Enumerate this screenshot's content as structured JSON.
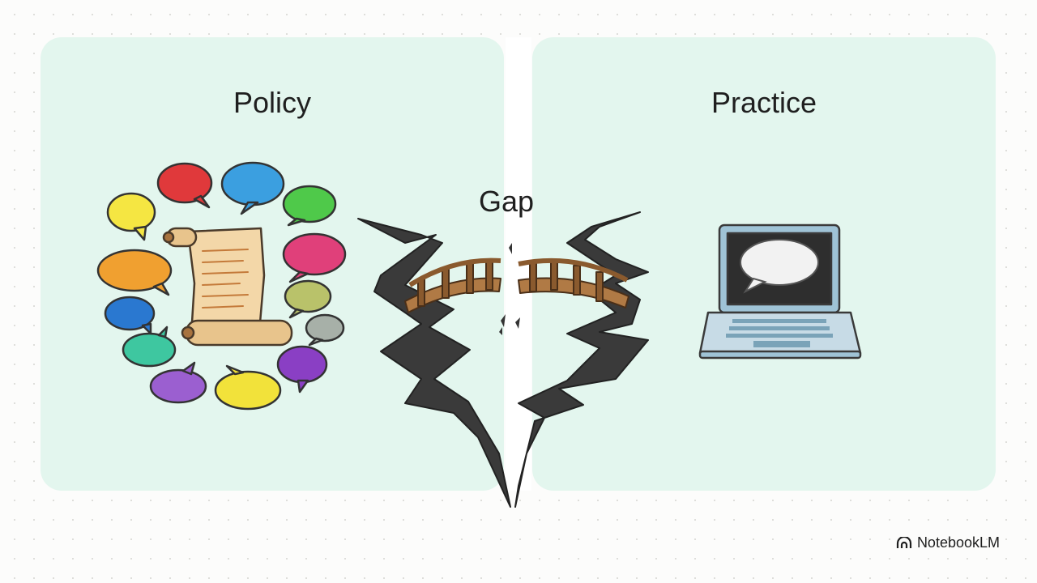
{
  "slide": {
    "left_title": "Policy",
    "right_title": "Practice",
    "center_label": "Gap"
  },
  "brand": {
    "name": "NotebookLM",
    "icon": "notebooklm-logo-icon"
  },
  "colors": {
    "panel": "#e3f6ee",
    "crack": "#3a3a3a",
    "bridge": "#b07a45",
    "scroll": "#f3d7a8",
    "laptop": "#9fc3d6"
  },
  "bubbles": [
    {
      "name": "speech-bubble-yellow",
      "color": "#f5e642"
    },
    {
      "name": "speech-bubble-red",
      "color": "#e0393b"
    },
    {
      "name": "speech-bubble-blue",
      "color": "#3b9fe0"
    },
    {
      "name": "speech-bubble-green",
      "color": "#4fc94a"
    },
    {
      "name": "speech-bubble-orange",
      "color": "#f0a030"
    },
    {
      "name": "speech-bubble-pink",
      "color": "#e0407a"
    },
    {
      "name": "speech-bubble-navy",
      "color": "#2a78d0"
    },
    {
      "name": "speech-bubble-olive",
      "color": "#b9c26a"
    },
    {
      "name": "speech-bubble-teal",
      "color": "#3ec7a0"
    },
    {
      "name": "speech-bubble-gray",
      "color": "#a7b0a8"
    },
    {
      "name": "speech-bubble-purple",
      "color": "#9b5fd0"
    },
    {
      "name": "speech-bubble-violet",
      "color": "#8a3fc4"
    },
    {
      "name": "speech-bubble-lemon",
      "color": "#f2e23a"
    }
  ]
}
